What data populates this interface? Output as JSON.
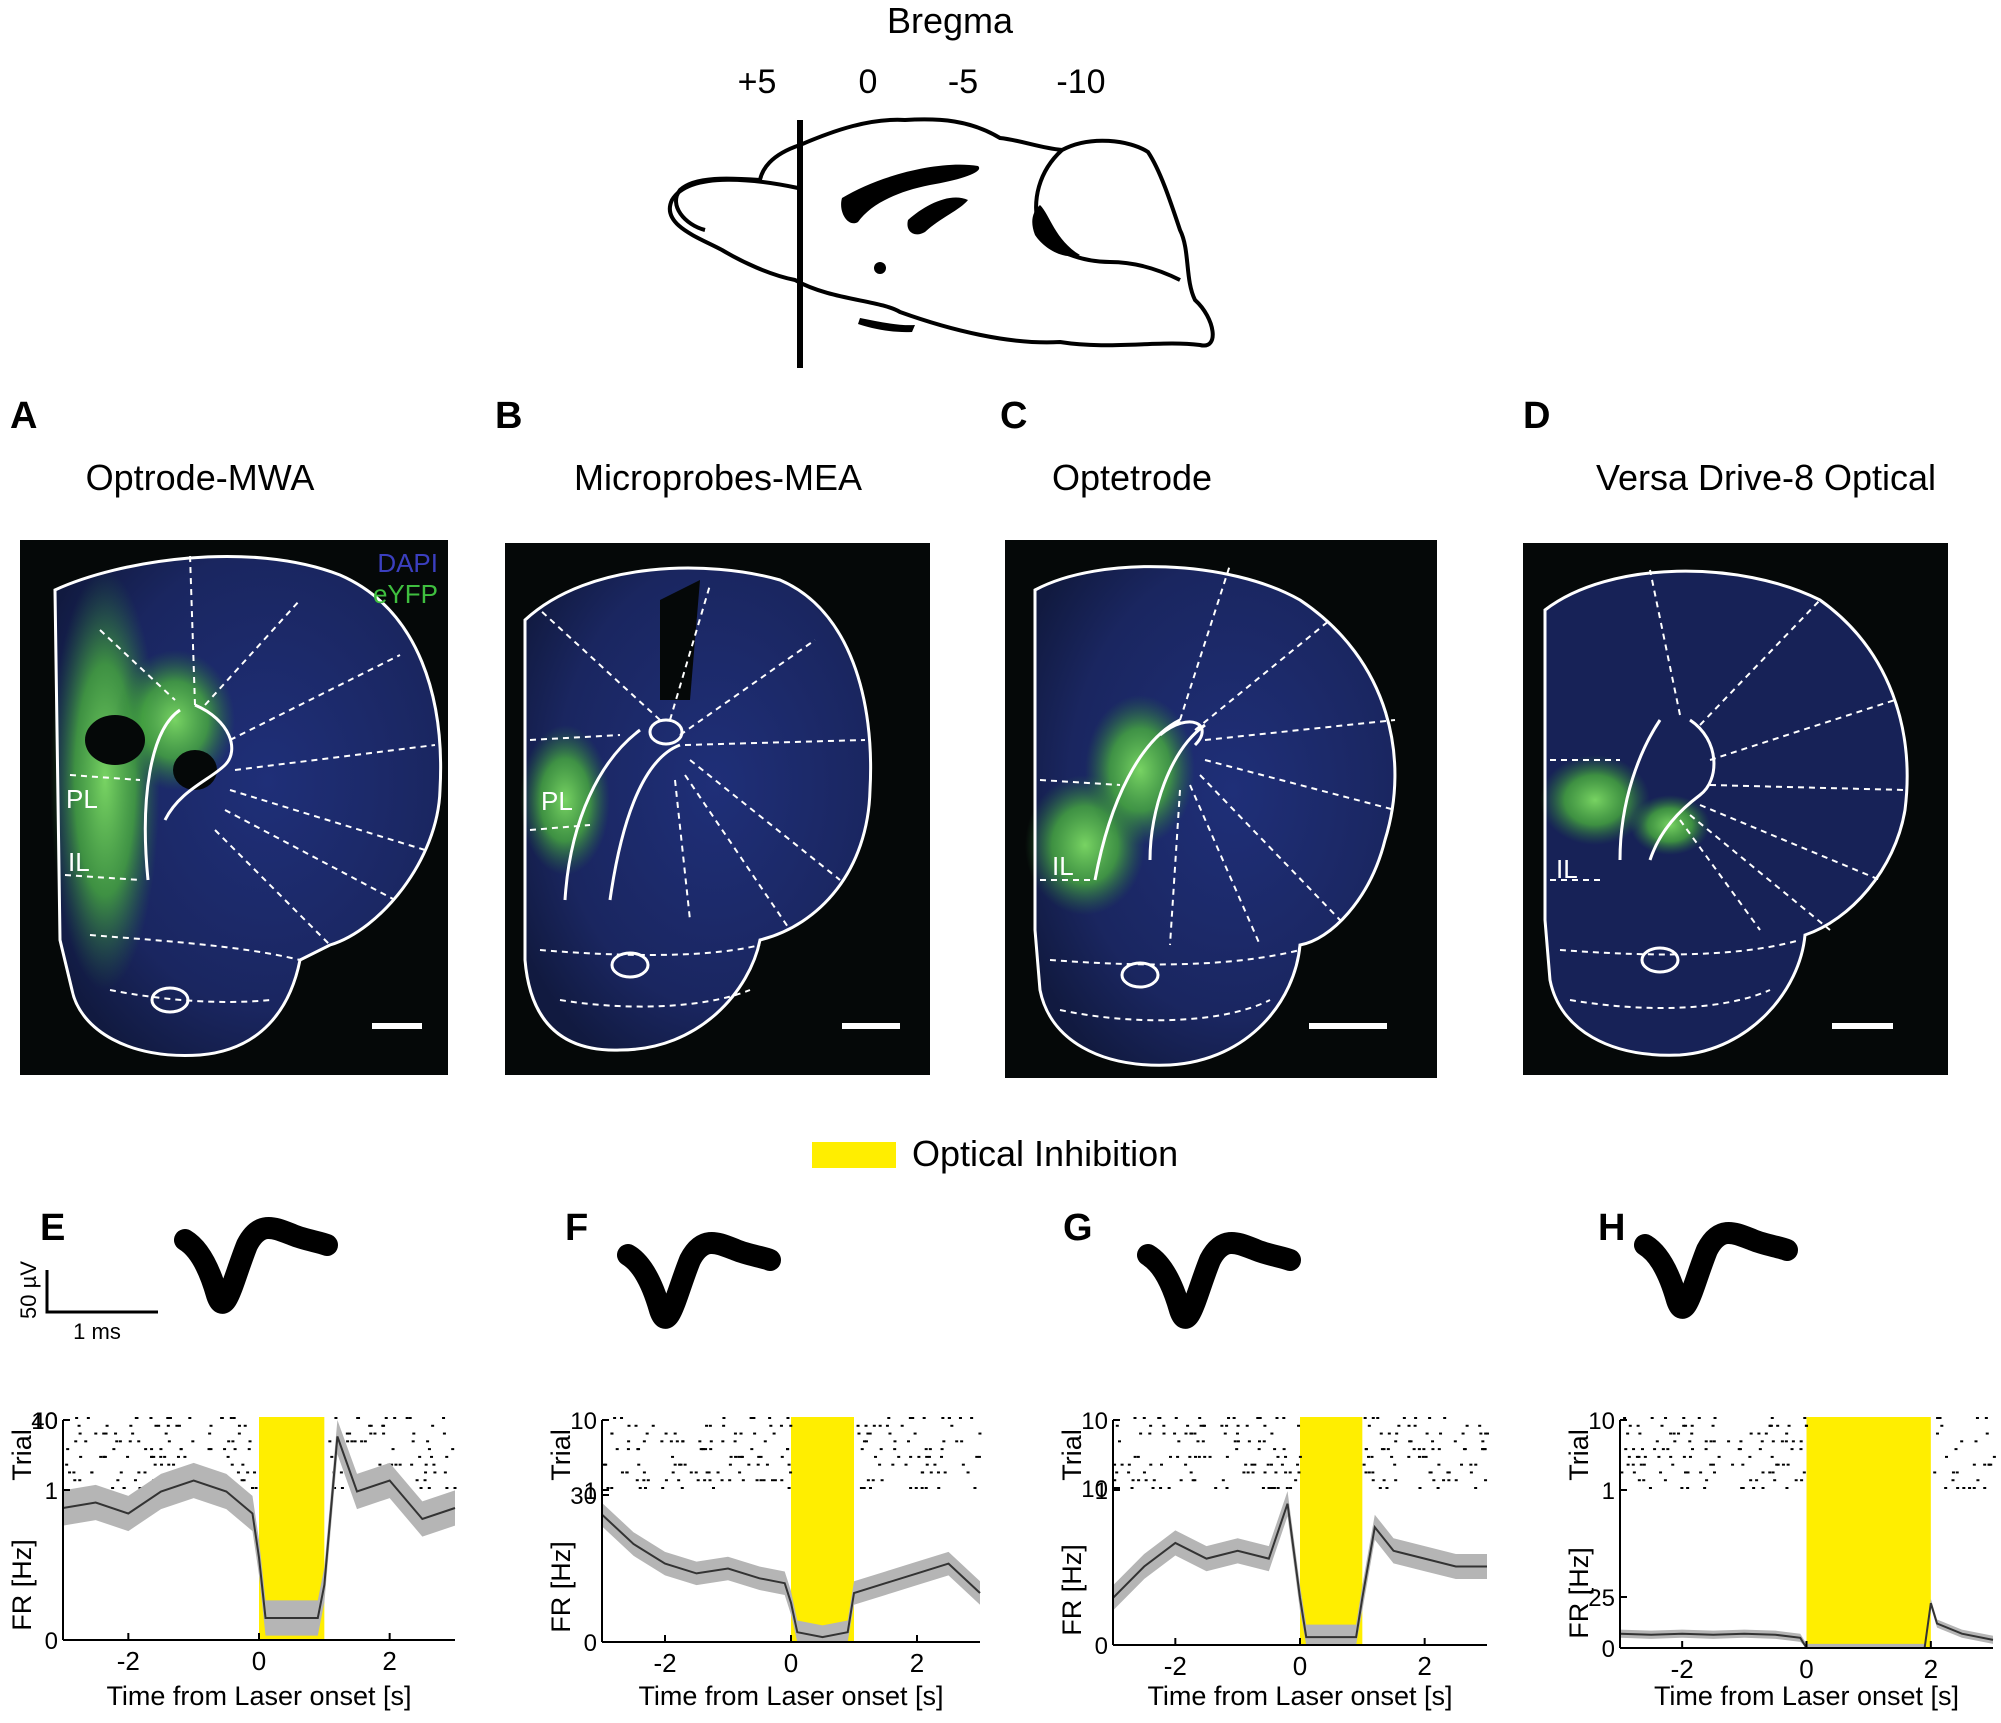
{
  "bregma": {
    "title": "Bregma",
    "ticks": [
      "+5",
      "0",
      "-5",
      "-10"
    ]
  },
  "legend": {
    "label": "Optical Inhibition",
    "color": "#ffee00"
  },
  "panels": [
    {
      "letter": "A",
      "title": "Optrode-MWA",
      "labels": [
        "PL",
        "IL"
      ],
      "stain": [
        "DAPI",
        "eYFP"
      ]
    },
    {
      "letter": "B",
      "title": "Microprobes-MEA",
      "labels": [
        "PL"
      ]
    },
    {
      "letter": "C",
      "title": "Optetrode",
      "labels": [
        "IL"
      ]
    },
    {
      "letter": "D",
      "title": "Versa Drive-8 Optical",
      "labels": [
        "IL"
      ]
    }
  ],
  "scalebar": {
    "y_label": "50 µV",
    "x_label": "1 ms"
  },
  "chart_data": [
    {
      "letter": "E",
      "type": "line",
      "xlabel": "Time from Laser onset [s]",
      "ylabel": "FR [Hz]",
      "raster_label": "Trial",
      "xlim": [
        -3,
        3
      ],
      "xticks": [
        -2,
        0,
        2
      ],
      "ylim": [
        0,
        40
      ],
      "yticks": [
        0,
        40
      ],
      "trial_ticks": [
        1,
        10
      ],
      "laser": [
        0,
        1
      ],
      "series": [
        {
          "x": [
            -3,
            -2.5,
            -2,
            -1.5,
            -1,
            -0.5,
            -0.1,
            0,
            0.1,
            0.5,
            0.9,
            1,
            1.2,
            1.5,
            2,
            2.5,
            3
          ],
          "y": [
            24,
            25,
            23,
            27,
            29,
            27,
            23,
            15,
            4,
            4,
            4,
            10,
            37,
            27,
            29,
            22,
            24
          ]
        }
      ]
    },
    {
      "letter": "F",
      "type": "line",
      "xlabel": "Time from Laser onset [s]",
      "ylabel": "FR [Hz]",
      "raster_label": "Trial",
      "xlim": [
        -3,
        3
      ],
      "xticks": [
        -2,
        0,
        2
      ],
      "ylim": [
        0,
        30
      ],
      "yticks": [
        0,
        30
      ],
      "trial_ticks": [
        1,
        10
      ],
      "laser": [
        0,
        1
      ],
      "series": [
        {
          "x": [
            -3,
            -2.5,
            -2,
            -1.5,
            -1,
            -0.5,
            -0.1,
            0,
            0.1,
            0.5,
            0.9,
            1,
            1.5,
            2,
            2.5,
            3
          ],
          "y": [
            26,
            20,
            16,
            14,
            15,
            13,
            12,
            8,
            2,
            1,
            2,
            10,
            12,
            14,
            16,
            10
          ]
        }
      ]
    },
    {
      "letter": "G",
      "type": "line",
      "xlabel": "Time from Laser onset [s]",
      "ylabel": "FR [Hz]",
      "raster_label": "Trial",
      "xlim": [
        -3,
        3
      ],
      "xticks": [
        -2,
        0,
        2
      ],
      "ylim": [
        0,
        10
      ],
      "yticks": [
        0,
        10
      ],
      "trial_ticks": [
        1,
        10
      ],
      "laser": [
        0,
        1
      ],
      "series": [
        {
          "x": [
            -3,
            -2.5,
            -2,
            -1.5,
            -1,
            -0.5,
            -0.2,
            0,
            0.1,
            0.5,
            0.9,
            1,
            1.2,
            1.5,
            2,
            2.5,
            3
          ],
          "y": [
            3,
            5,
            6.5,
            5.5,
            6,
            5.5,
            9,
            3,
            0.5,
            0.5,
            0.5,
            3,
            7.5,
            6,
            5.5,
            5,
            5
          ]
        }
      ]
    },
    {
      "letter": "H",
      "type": "line",
      "xlabel": "Time from Laser onset [s]",
      "ylabel": "FR [Hz]",
      "raster_label": "Trial",
      "xlim": [
        -3,
        3
      ],
      "xticks": [
        -2,
        0,
        2
      ],
      "ylim": [
        0,
        25
      ],
      "yticks": [
        0,
        25
      ],
      "trial_ticks": [
        1,
        10
      ],
      "laser": [
        0,
        2
      ],
      "series": [
        {
          "x": [
            -3,
            -2.5,
            -2,
            -1.5,
            -1,
            -0.5,
            -0.1,
            0,
            0.5,
            1,
            1.5,
            1.9,
            2,
            2.1,
            2.5,
            3
          ],
          "y": [
            7,
            6.5,
            7,
            6.5,
            7,
            6.5,
            5,
            0,
            0,
            0,
            0,
            0,
            22,
            12,
            7,
            4
          ]
        }
      ]
    }
  ]
}
